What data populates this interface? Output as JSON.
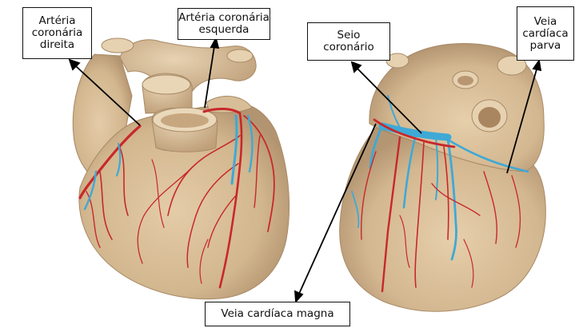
{
  "labels": {
    "right_coronary_artery": [
      "Artéria",
      "coronária",
      "direita"
    ],
    "left_coronary_artery": [
      "Artéria coronária",
      "esquerda"
    ],
    "coronary_sinus": [
      "Seio",
      "coronário"
    ],
    "small_cardiac_vein": [
      "Veia",
      "cardíaca",
      "parva"
    ],
    "great_cardiac_vein": [
      "Veia cardíaca magna"
    ]
  },
  "colors": {
    "heart_tissue": "#d6bc96",
    "heart_shadow": "#b89a72",
    "artery": "#c8282a",
    "vein": "#3fa9d6",
    "label_border": "#111111",
    "leader_line": "#000000"
  }
}
